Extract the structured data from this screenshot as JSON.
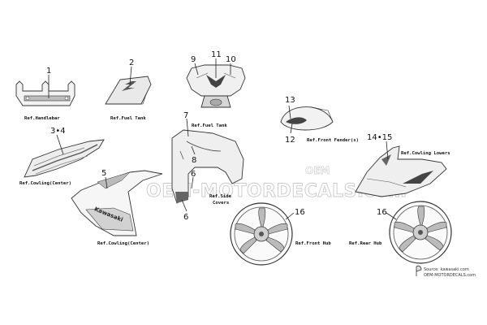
{
  "callouts": {
    "n1": "1",
    "n2": "2",
    "n3_4": "3•4",
    "n5": "5",
    "n7": "7",
    "n6a": "6",
    "n6b": "6",
    "n8": "8",
    "n9": "9",
    "n10": "10",
    "n11": "11",
    "n12": "12",
    "n13": "13",
    "n14_15": "14•15",
    "n16a": "16",
    "n16b": "16"
  },
  "refs": {
    "handlebar": "Ref.Handlebar",
    "fuel_tank_a": "Ref.Fuel Tank",
    "fuel_tank_b": "Ref.Fuel Tank",
    "cowling_center_a": "Ref.Cowling(Center)",
    "cowling_center_b": "Ref.Cowling(Center)",
    "side_covers_1": "Ref.Side",
    "side_covers_2": "Covers",
    "front_fender": "Ref.Front Fender(s)",
    "cowling_lowers": "Ref.Cowling Lowers",
    "front_hub": "Ref.Front Hub",
    "rear_hub": "Ref.Rear Hub"
  },
  "decal_text": {
    "kawasaki": "Kawasaki"
  },
  "watermark": {
    "main": "OEM-MOTORDECALS.com",
    "small": "OEM"
  },
  "source": {
    "line1": "Source: kawasaki.com",
    "line2": "OEM-MOTORDECALS.com"
  }
}
